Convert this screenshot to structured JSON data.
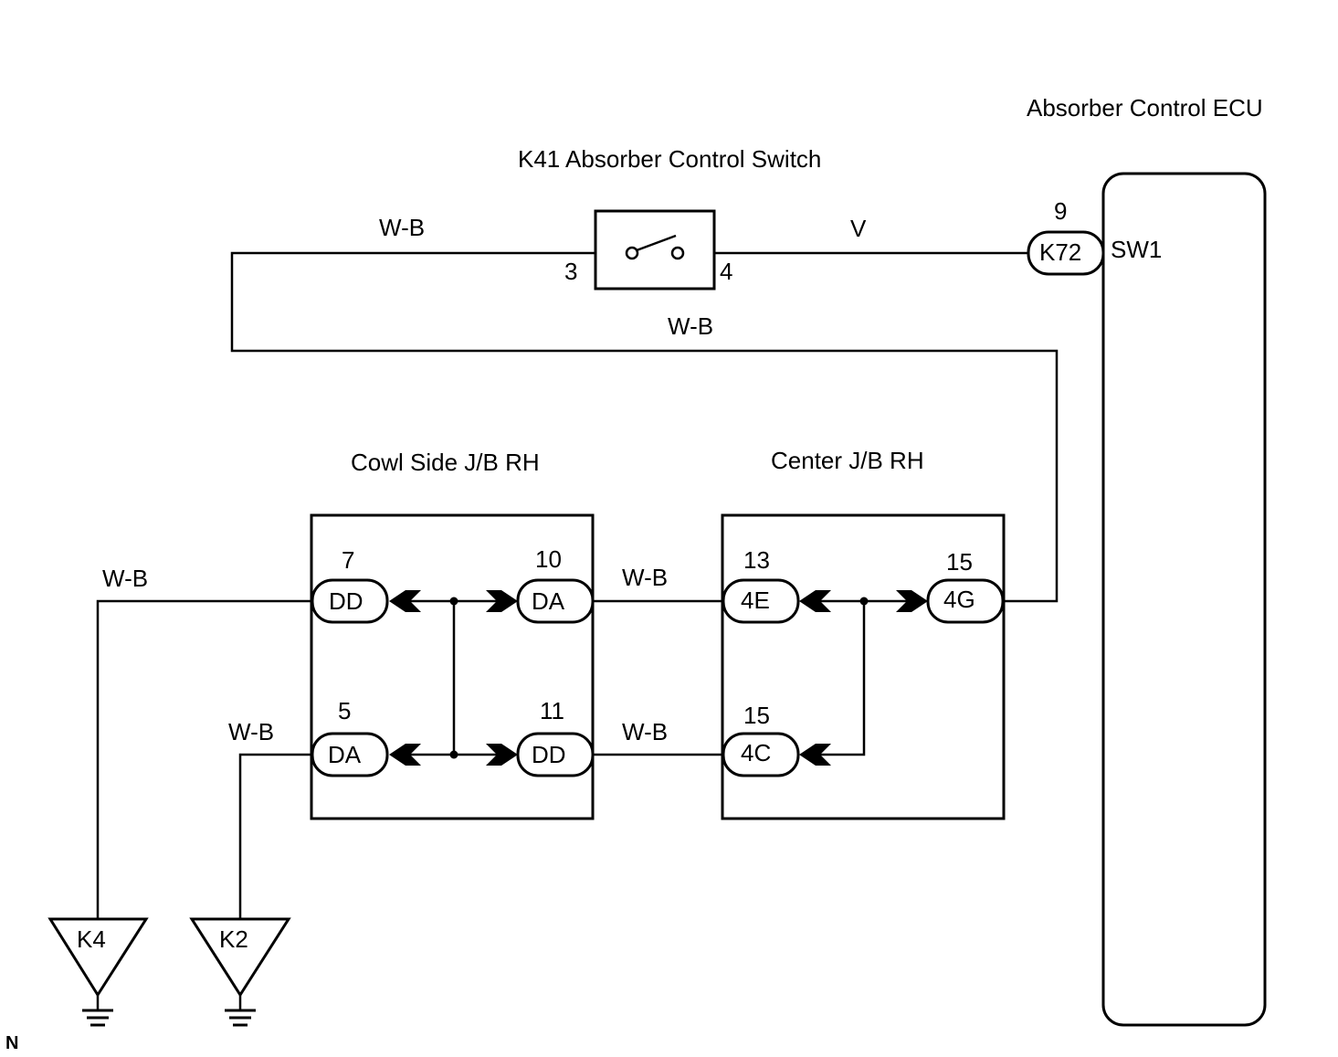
{
  "components": {
    "ecu": {
      "title": "Absorber Control ECU",
      "connector": "K72",
      "pin": "9",
      "terminal": "SW1"
    },
    "switch": {
      "title": "K41 Absorber Control Switch",
      "pin_left": "3",
      "pin_right": "4"
    },
    "cowl_jb": {
      "title": "Cowl Side J/B RH"
    },
    "center_jb": {
      "title": "Center J/B RH"
    }
  },
  "wires": {
    "switch_left": "W-B",
    "switch_to_ecu": "V",
    "return": "W-B",
    "cowl_to_center_top": "W-B",
    "cowl_to_center_bottom": "W-B",
    "ground_k4": "W-B",
    "ground_k2": "W-B"
  },
  "connectors": {
    "cowl_dd_top": {
      "code": "DD",
      "pin": "7"
    },
    "cowl_da_top": {
      "code": "DA",
      "pin": "10"
    },
    "cowl_da_bottom": {
      "code": "DA",
      "pin": "5"
    },
    "cowl_dd_bottom": {
      "code": "DD",
      "pin": "11"
    },
    "center_4e": {
      "code": "4E",
      "pin": "13"
    },
    "center_4g": {
      "code": "4G",
      "pin": "15"
    },
    "center_4c": {
      "code": "4C",
      "pin": "15"
    }
  },
  "grounds": {
    "k4": "K4",
    "k2": "K2"
  },
  "corner_mark": "N"
}
